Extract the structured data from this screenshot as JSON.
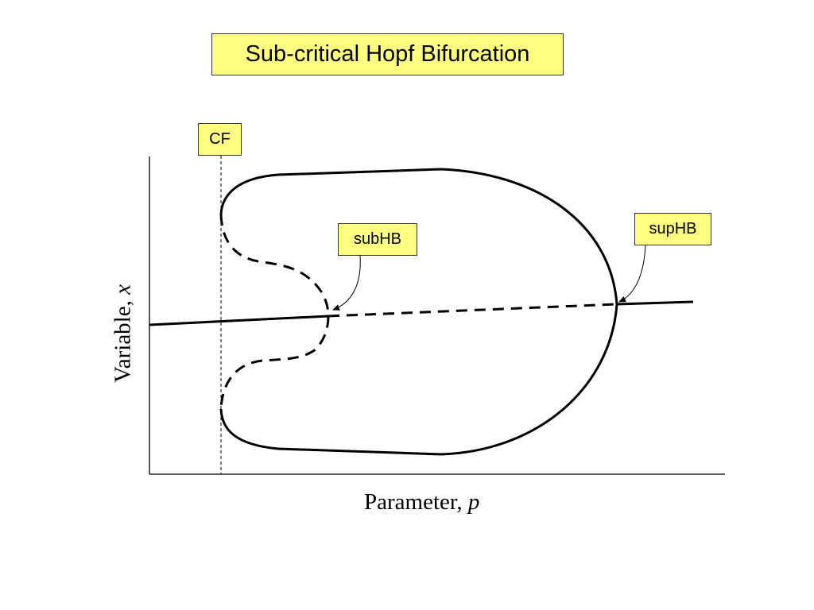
{
  "title": "Sub-critical Hopf Bifurcation",
  "labels": {
    "cf": "CF",
    "subhb": "subHB",
    "suphb": "supHB"
  },
  "axes": {
    "x_text": "Parameter, ",
    "x_var": "p",
    "y_text": "Variable, ",
    "y_var": "x"
  },
  "legend_style": {
    "stable": "solid line",
    "unstable": "dashed line"
  },
  "colors": {
    "label_fill": "#ffff80",
    "line": "#000000"
  }
}
